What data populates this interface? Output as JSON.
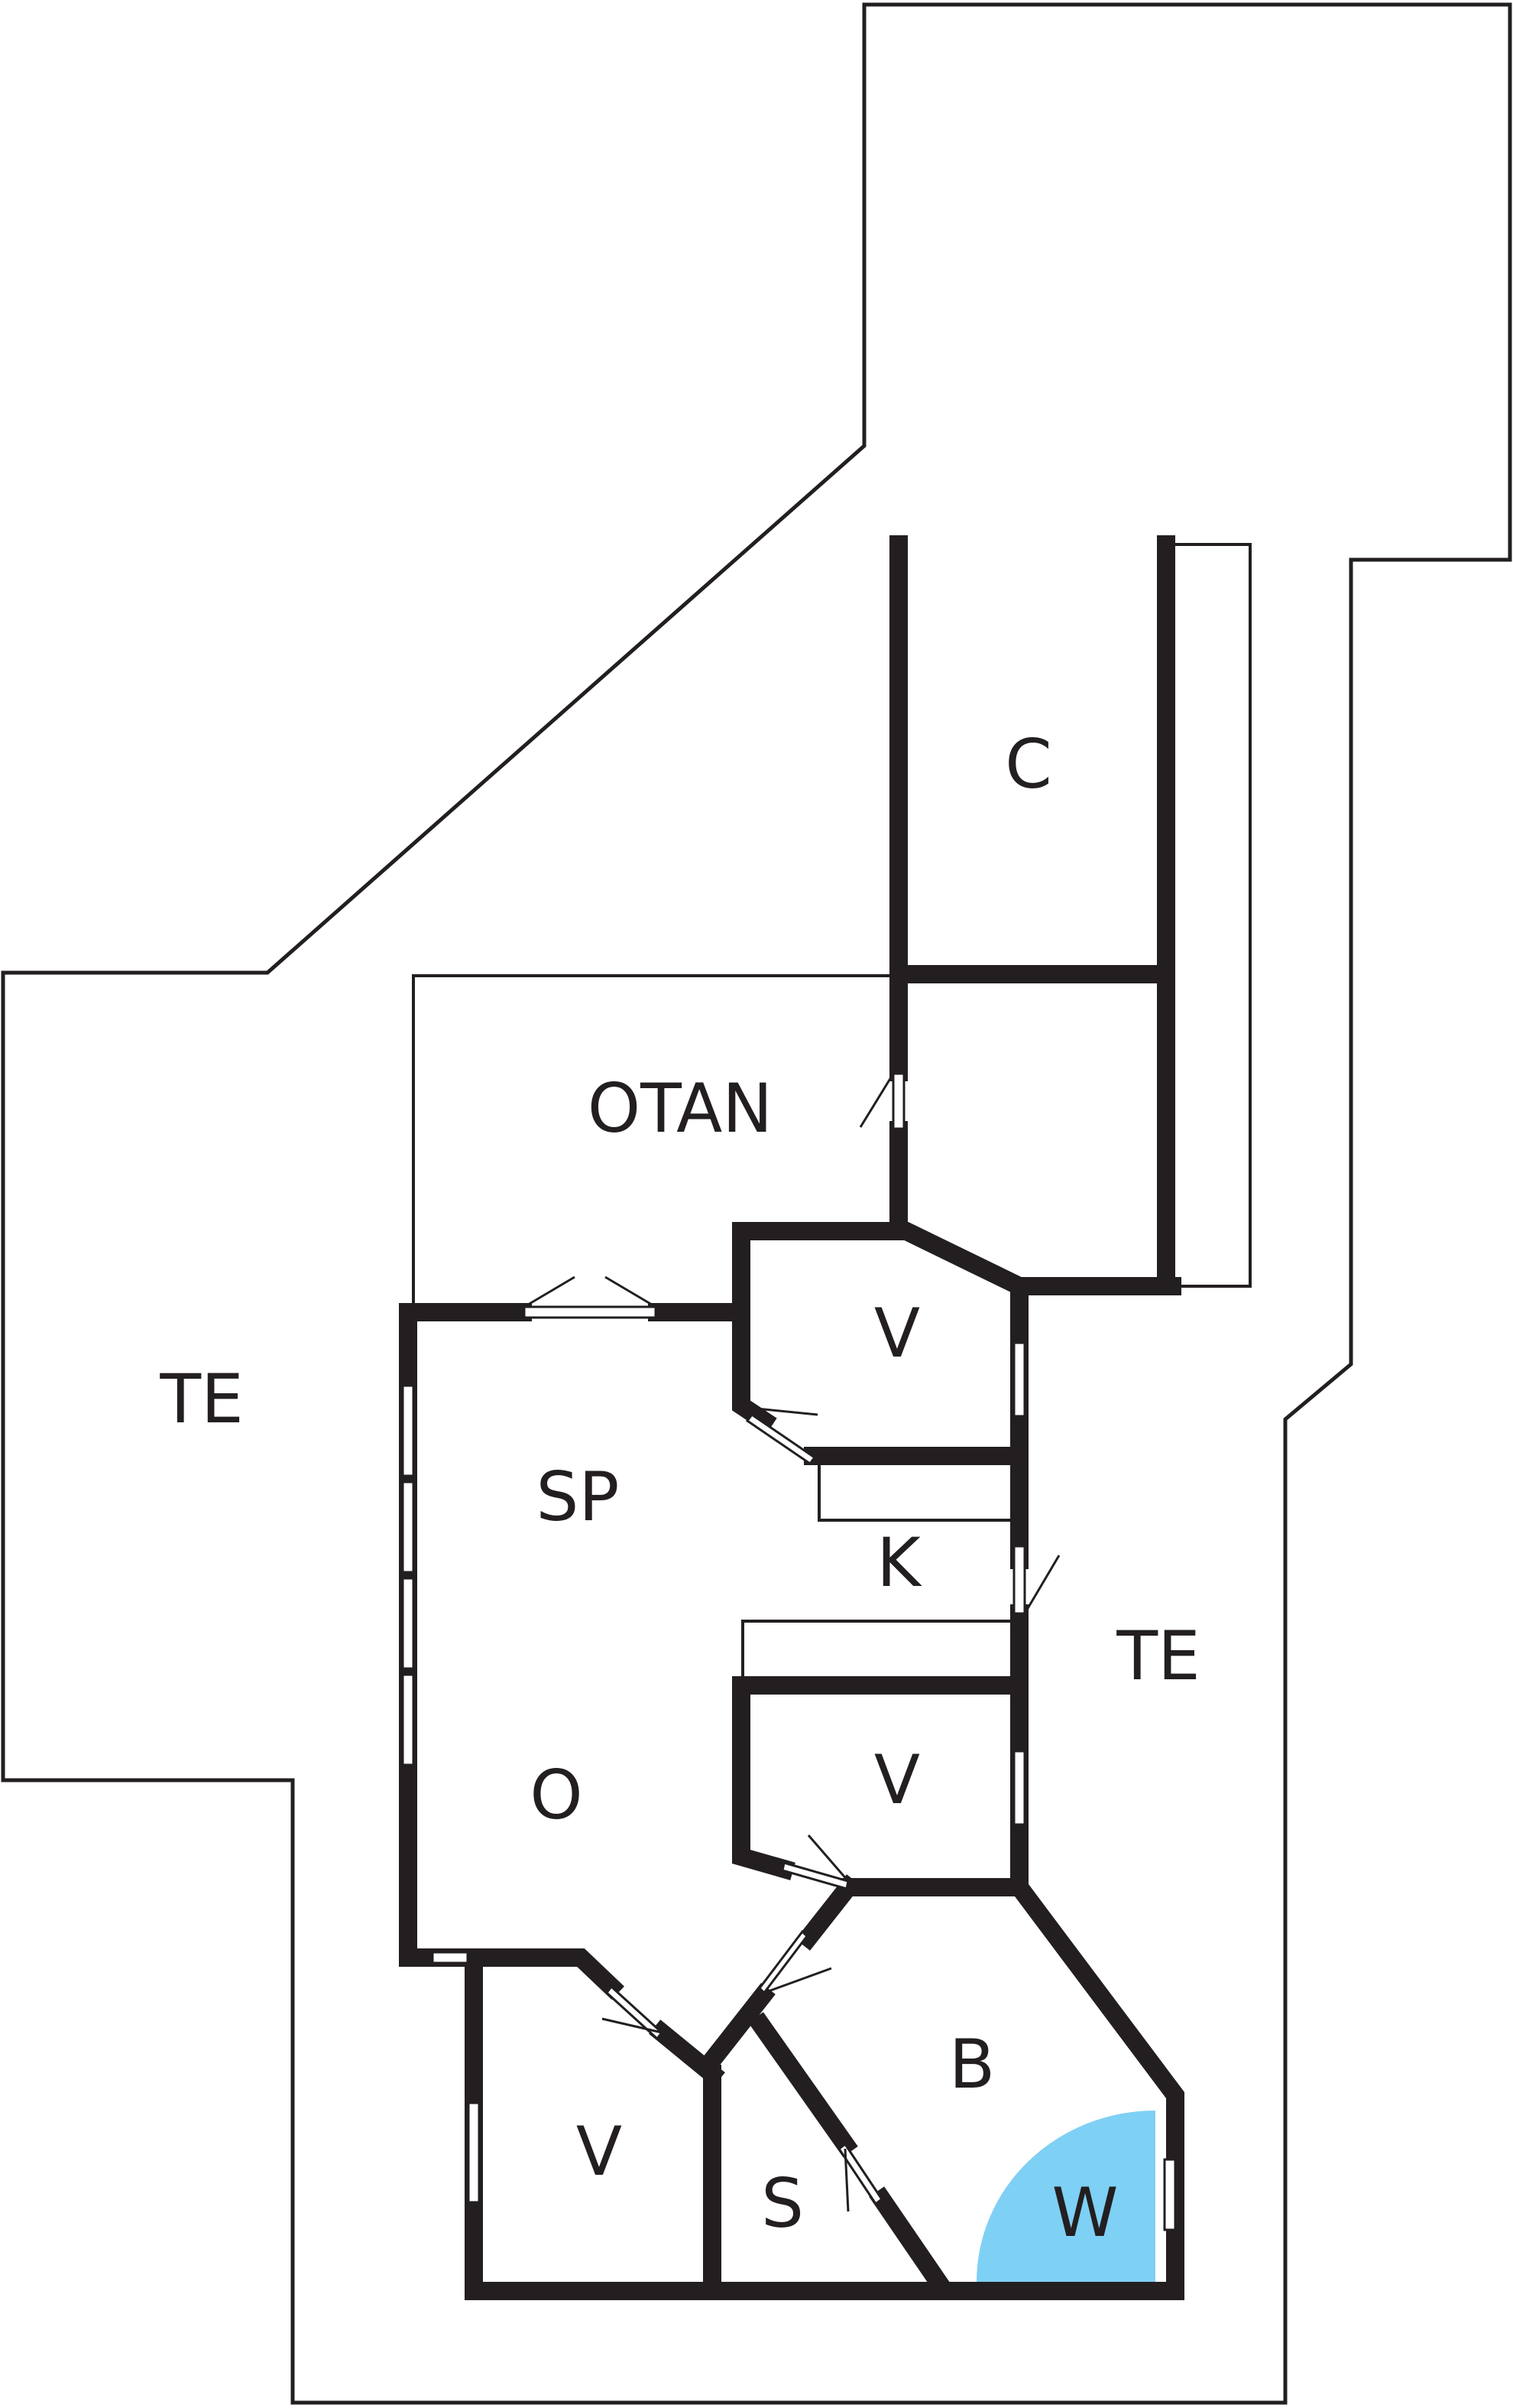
{
  "plan": {
    "background_color": "#fdfdf8",
    "line_color": "#231f20",
    "highlight_color": "#7fd0f5",
    "rooms": [
      {
        "id": "c",
        "label": "C"
      },
      {
        "id": "otan",
        "label": "OTAN"
      },
      {
        "id": "te-left",
        "label": "TE"
      },
      {
        "id": "v-top",
        "label": "V"
      },
      {
        "id": "sp",
        "label": "SP"
      },
      {
        "id": "k",
        "label": "K"
      },
      {
        "id": "te-right",
        "label": "TE"
      },
      {
        "id": "v-mid",
        "label": "V"
      },
      {
        "id": "o",
        "label": "O"
      },
      {
        "id": "b",
        "label": "B"
      },
      {
        "id": "v-bottom",
        "label": "V"
      },
      {
        "id": "s",
        "label": "S"
      },
      {
        "id": "w",
        "label": "W"
      }
    ]
  }
}
